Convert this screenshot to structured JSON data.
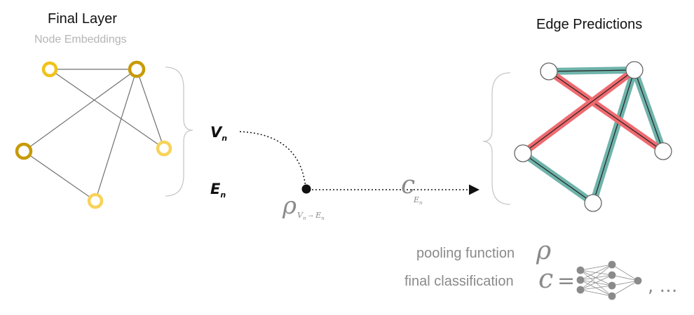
{
  "left_panel": {
    "title": "Final Layer",
    "subtitle": "Node Embeddings"
  },
  "right_panel": {
    "title": "Edge Predictions"
  },
  "middle": {
    "node_set_symbol": "V",
    "node_set_subscript": "n",
    "edge_set_symbol": "E",
    "edge_set_subscript": "n",
    "pooling_symbol": "ρ",
    "pooling_sub_from": "V",
    "pooling_sub_from_sub": "n",
    "pooling_sub_arrow": "→",
    "pooling_sub_to": "E",
    "pooling_sub_to_sub": "n",
    "classifier_symbol": "c",
    "classifier_sub": "E",
    "classifier_sub_sub": "n"
  },
  "legend": {
    "pooling_label": "pooling function",
    "pooling_symbol": "ρ",
    "classification_label": "final classification",
    "classification_symbol": "c",
    "equals": "=",
    "trailing": ", …"
  },
  "colors": {
    "node_dark_gold": "#c79a06",
    "node_gold": "#f2c21b",
    "node_light_gold": "#f8d35a",
    "edge_red": "#ef6a6f",
    "edge_teal": "#6fb3aa",
    "gray_text": "#8a8a8a"
  }
}
